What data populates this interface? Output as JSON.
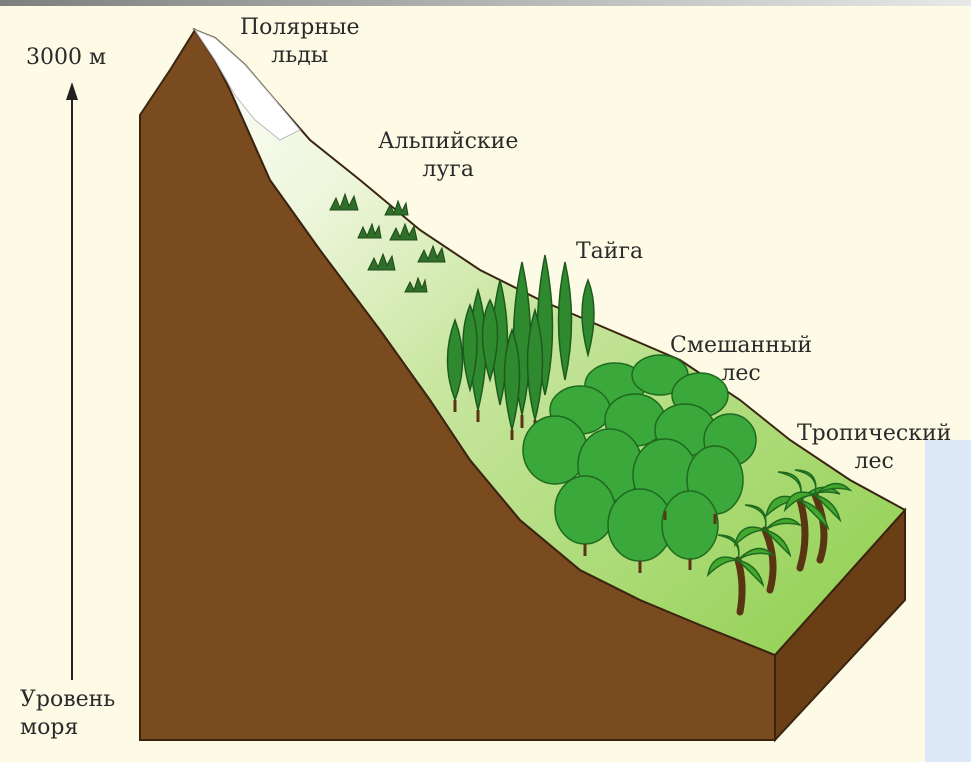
{
  "axis": {
    "top_label": "3000 м",
    "bottom_label_line1": "Уровень",
    "bottom_label_line2": "моря"
  },
  "zones": [
    {
      "line1": "Полярные",
      "line2": "льды"
    },
    {
      "line1": "Альпийские",
      "line2": "луга"
    },
    {
      "line1": "Тайга",
      "line2": ""
    },
    {
      "line1": "Смешанный",
      "line2": "лес"
    },
    {
      "line1": "Тропический",
      "line2": "лес"
    }
  ],
  "colors": {
    "background": "#fdfbe6",
    "soil": "#7a4b1f",
    "soil_dark": "#6a3f16",
    "snow": "#ffffff",
    "meadow_light": "#e6f3c8",
    "meadow": "#a8d86a",
    "taiga": "#2f8a2f",
    "mixed_forest": "#3aa83a",
    "tropical": "#45a82e",
    "trunk": "#5a3512"
  }
}
